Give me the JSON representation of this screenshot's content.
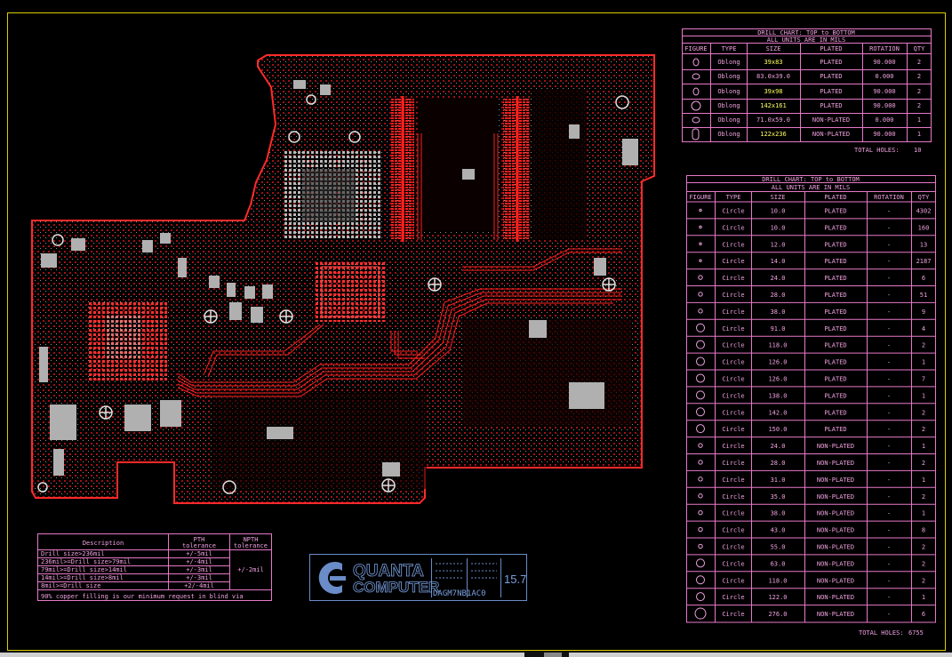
{
  "drill_top": {
    "title": "DRILL CHART: TOP to BOTTOM",
    "units": "ALL UNITS ARE IN MILS",
    "headers": [
      "FIGURE",
      "TYPE",
      "SIZE",
      "PLATED",
      "ROTATION",
      "QTY"
    ],
    "rows": [
      {
        "type": "Oblong",
        "size": "39x83",
        "plated": "PLATED",
        "rotation": "90.000",
        "qty": "2"
      },
      {
        "type": "Oblong",
        "size": "83.0x39.0",
        "plated": "PLATED",
        "rotation": "0.000",
        "qty": "2"
      },
      {
        "type": "Oblong",
        "size": "39x98",
        "plated": "PLATED",
        "rotation": "90.000",
        "qty": "2"
      },
      {
        "type": "Oblong",
        "size": "142x161",
        "plated": "PLATED",
        "rotation": "90.000",
        "qty": "2"
      },
      {
        "type": "Oblong",
        "size": "71.0x59.0",
        "plated": "NON-PLATED",
        "rotation": "0.000",
        "qty": "1"
      },
      {
        "type": "Oblong",
        "size": "122x236",
        "plated": "NON-PLATED",
        "rotation": "90.000",
        "qty": "1"
      }
    ],
    "total_label": "TOTAL HOLES:",
    "total": "10"
  },
  "drill_main": {
    "title": "DRILL CHART: TOP to BOTTOM",
    "units": "ALL UNITS ARE IN MILS",
    "headers": [
      "FIGURE",
      "TYPE",
      "SIZE",
      "PLATED",
      "ROTATION",
      "QTY"
    ],
    "rows": [
      {
        "type": "Circle",
        "size": "10.0",
        "plated": "PLATED",
        "rotation": "-",
        "qty": "4302"
      },
      {
        "type": "Circle",
        "size": "10.0",
        "plated": "PLATED",
        "rotation": "-",
        "qty": "160"
      },
      {
        "type": "Circle",
        "size": "12.0",
        "plated": "PLATED",
        "rotation": "-",
        "qty": "13"
      },
      {
        "type": "Circle",
        "size": "14.0",
        "plated": "PLATED",
        "rotation": "-",
        "qty": "2187"
      },
      {
        "type": "Circle",
        "size": "24.0",
        "plated": "PLATED",
        "rotation": "-",
        "qty": "6"
      },
      {
        "type": "Circle",
        "size": "28.0",
        "plated": "PLATED",
        "rotation": "-",
        "qty": "51"
      },
      {
        "type": "Circle",
        "size": "38.0",
        "plated": "PLATED",
        "rotation": "-",
        "qty": "9"
      },
      {
        "type": "Circle",
        "size": "91.0",
        "plated": "PLATED",
        "rotation": "-",
        "qty": "4"
      },
      {
        "type": "Circle",
        "size": "118.0",
        "plated": "PLATED",
        "rotation": "-",
        "qty": "2"
      },
      {
        "type": "Circle",
        "size": "126.0",
        "plated": "PLATED",
        "rotation": "-",
        "qty": "1"
      },
      {
        "type": "Circle",
        "size": "126.0",
        "plated": "PLATED",
        "rotation": "-",
        "qty": "7"
      },
      {
        "type": "Circle",
        "size": "138.0",
        "plated": "PLATED",
        "rotation": "-",
        "qty": "1"
      },
      {
        "type": "Circle",
        "size": "142.0",
        "plated": "PLATED",
        "rotation": "-",
        "qty": "2"
      },
      {
        "type": "Circle",
        "size": "150.0",
        "plated": "PLATED",
        "rotation": "-",
        "qty": "2"
      },
      {
        "type": "Circle",
        "size": "24.0",
        "plated": "NON-PLATED",
        "rotation": "-",
        "qty": "1"
      },
      {
        "type": "Circle",
        "size": "28.0",
        "plated": "NON-PLATED",
        "rotation": "-",
        "qty": "2"
      },
      {
        "type": "Circle",
        "size": "31.0",
        "plated": "NON-PLATED",
        "rotation": "-",
        "qty": "1"
      },
      {
        "type": "Circle",
        "size": "35.0",
        "plated": "NON-PLATED",
        "rotation": "-",
        "qty": "2"
      },
      {
        "type": "Circle",
        "size": "38.0",
        "plated": "NON-PLATED",
        "rotation": "-",
        "qty": "1"
      },
      {
        "type": "Circle",
        "size": "43.0",
        "plated": "NON-PLATED",
        "rotation": "-",
        "qty": "8"
      },
      {
        "type": "Circle",
        "size": "55.0",
        "plated": "NON-PLATED",
        "rotation": "-",
        "qty": "2"
      },
      {
        "type": "Circle",
        "size": "63.0",
        "plated": "NON-PLATED",
        "rotation": "-",
        "qty": "2"
      },
      {
        "type": "Circle",
        "size": "118.0",
        "plated": "NON-PLATED",
        "rotation": "-",
        "qty": "2"
      },
      {
        "type": "Circle",
        "size": "122.0",
        "plated": "NON-PLATED",
        "rotation": "-",
        "qty": "1"
      },
      {
        "type": "Circle",
        "size": "276.0",
        "plated": "NON-PLATED",
        "rotation": "-",
        "qty": "6"
      }
    ],
    "total_label": "TOTAL HOLES:",
    "total": "6755"
  },
  "tolerance": {
    "headers": [
      "Description",
      "PTH tolerance",
      "NPTH tolerance"
    ],
    "rows": [
      {
        "desc": "Drill size>236mil",
        "pth": "+/-5mil",
        "npth": ""
      },
      {
        "desc": "236mil>=Drill size>79mil",
        "pth": "+/-4mil",
        "npth": ""
      },
      {
        "desc": "79mil>=Drill size>14mil",
        "pth": "+/-3mil",
        "npth": "+/-2mil"
      },
      {
        "desc": "14mil>=Drill size>8mil",
        "pth": "+/-3mil",
        "npth": ""
      },
      {
        "desc": "8mil>=Drill size",
        "pth": "+2/-4mil",
        "npth": ""
      }
    ],
    "note": "90% copper filling is our minimum request in blind via"
  },
  "logo": {
    "line1": "QUANTA",
    "line2": "COMPUTER",
    "part_no": "DAGM7NB1AC0",
    "rev": "15.7"
  },
  "colors": {
    "background": "#000000",
    "table_lines": "#e878c8",
    "board_outline": "#ff2020",
    "copper": "#d01010",
    "silk": "#c0c0c0",
    "frame": "#d8d000"
  }
}
